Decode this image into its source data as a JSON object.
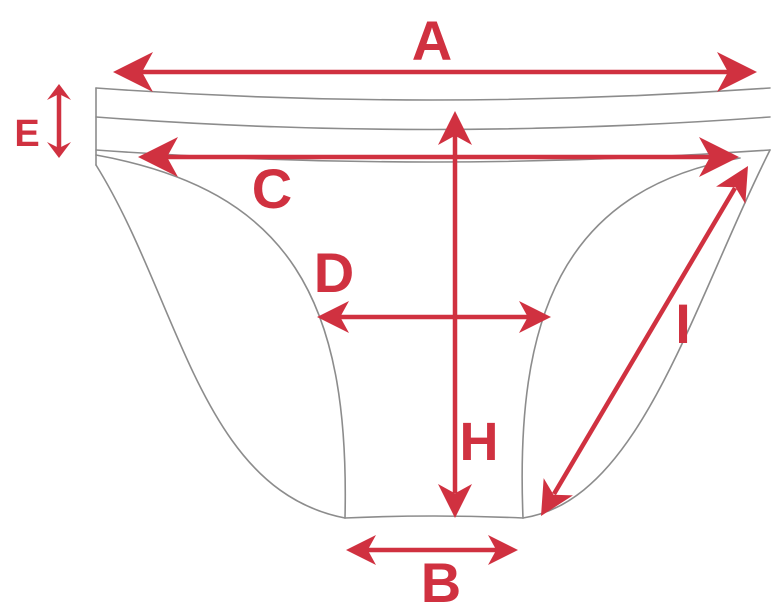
{
  "labels": {
    "A": "A",
    "B": "B",
    "C": "C",
    "D": "D",
    "E": "E",
    "H": "H",
    "I": "I"
  },
  "colors": {
    "measurement": "#d03140",
    "outline": "#8c8c8c",
    "background": "#ffffff"
  }
}
